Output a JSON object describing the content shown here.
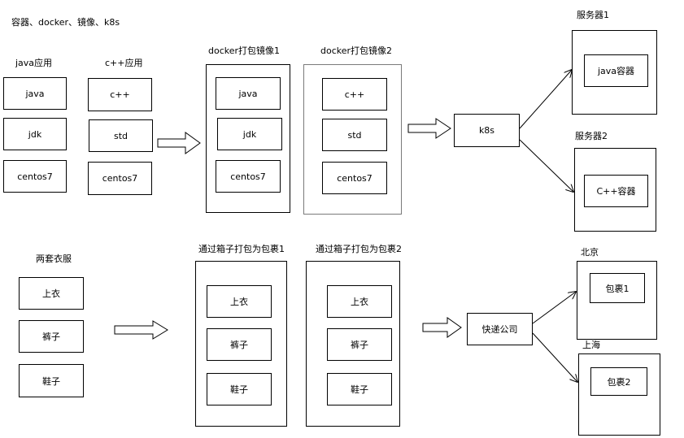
{
  "title": "容器、docker、镜像、k8s",
  "top": {
    "java_app": {
      "label": "java应用",
      "items": [
        "java",
        "jdk",
        "centos7"
      ]
    },
    "cpp_app": {
      "label": "c++应用",
      "items": [
        "c++",
        "std",
        "centos7"
      ]
    },
    "image1": {
      "label": "docker打包镜像1",
      "items": [
        "java",
        "jdk",
        "centos7"
      ]
    },
    "image2": {
      "label": "docker打包镜像2",
      "items": [
        "c++",
        "std",
        "centos7"
      ]
    },
    "k8s": "k8s",
    "server1": {
      "label": "服务器1",
      "container": "java容器"
    },
    "server2": {
      "label": "服务器2",
      "container": "C++容器"
    }
  },
  "bottom": {
    "clothes": {
      "label": "两套衣服",
      "items": [
        "上衣",
        "裤子",
        "鞋子"
      ]
    },
    "package1": {
      "label": "通过箱子打包为包裹1",
      "items": [
        "上衣",
        "裤子",
        "鞋子"
      ]
    },
    "package2": {
      "label": "通过箱子打包为包裹2",
      "items": [
        "上衣",
        "裤子",
        "鞋子"
      ]
    },
    "courier": "快递公司",
    "beijing": {
      "label": "北京",
      "parcel": "包裹1"
    },
    "shanghai": {
      "label": "上海",
      "parcel": "包裹2"
    }
  }
}
